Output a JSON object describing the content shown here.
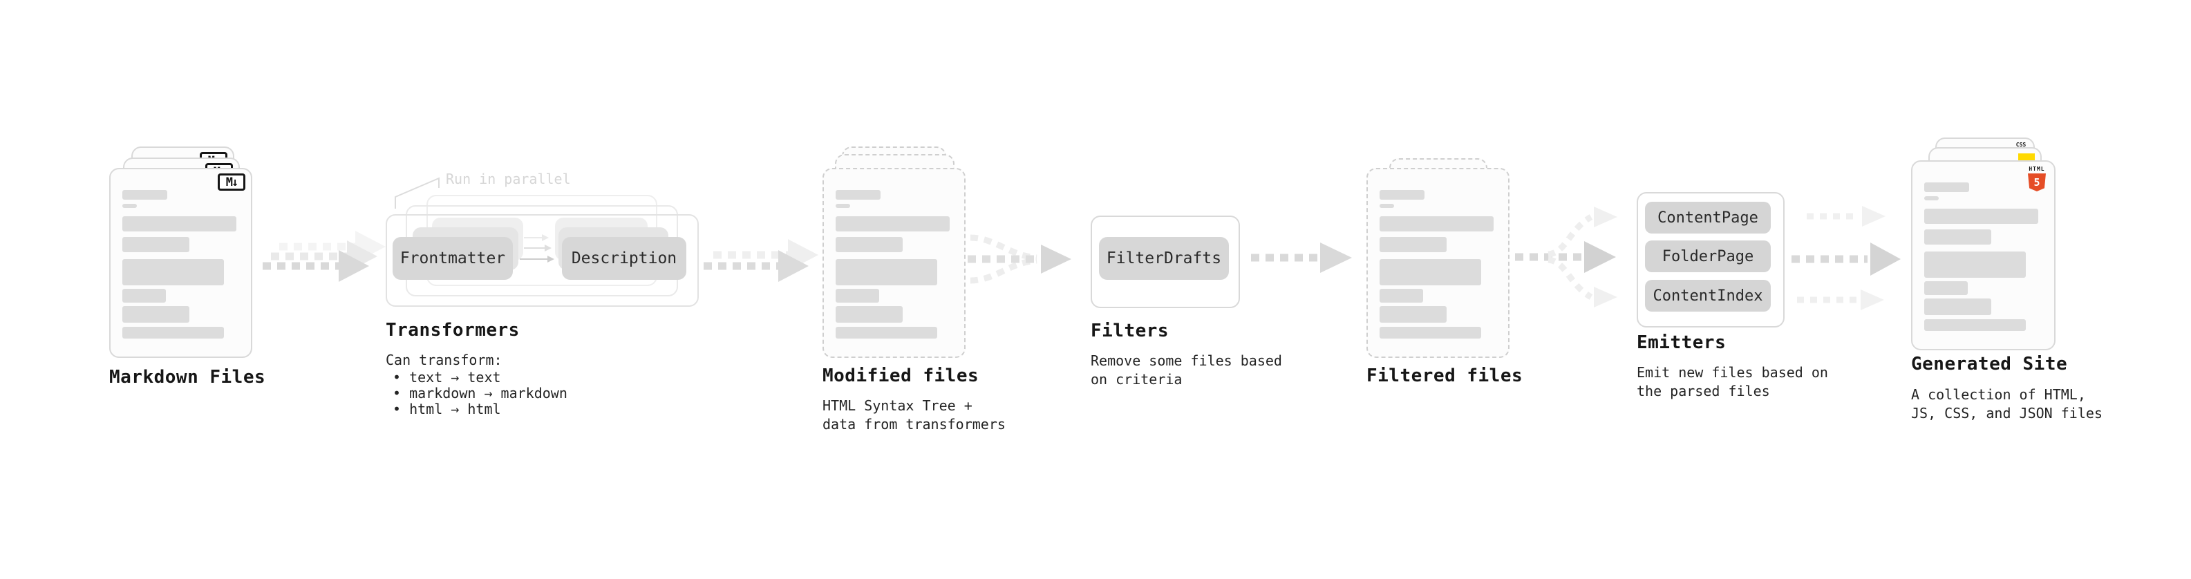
{
  "diagram": {
    "annotation_run_in_parallel": "Run in parallel",
    "stages": {
      "markdown": {
        "label": "Markdown Files"
      },
      "transformers": {
        "label": "Transformers",
        "pill_left": "Frontmatter",
        "pill_right": "Description",
        "desc_title": "Can transform:",
        "bullet1": "• text → text",
        "bullet2": "• markdown → markdown",
        "bullet3": "• html → html"
      },
      "modified": {
        "label": "Modified files",
        "desc_line1": "HTML Syntax Tree +",
        "desc_line2": "data from transformers"
      },
      "filters": {
        "label": "Filters",
        "pill": "FilterDrafts",
        "desc_line1": "Remove some files based",
        "desc_line2": "on criteria"
      },
      "filtered": {
        "label": "Filtered files"
      },
      "emitters": {
        "label": "Emitters",
        "pill1": "ContentPage",
        "pill2": "FolderPage",
        "pill3": "ContentIndex",
        "desc_line1": "Emit new files based on",
        "desc_line2": "the parsed files"
      },
      "generated": {
        "label": "Generated Site",
        "desc_line1": "A collection of HTML,",
        "desc_line2": "JS, CSS, and JSON files"
      }
    },
    "icons": {
      "markdown_badge": "M↓",
      "html5_word": "HTML",
      "html5_number": "5",
      "css_badge": "CSS"
    },
    "colors": {
      "html5_orange": "#e54d26",
      "js_yellow": "#ffd900",
      "css_blue": "#2664e5",
      "arrow_gray": "#d9d9d9",
      "pill_gray": "#d7d7d7"
    }
  }
}
